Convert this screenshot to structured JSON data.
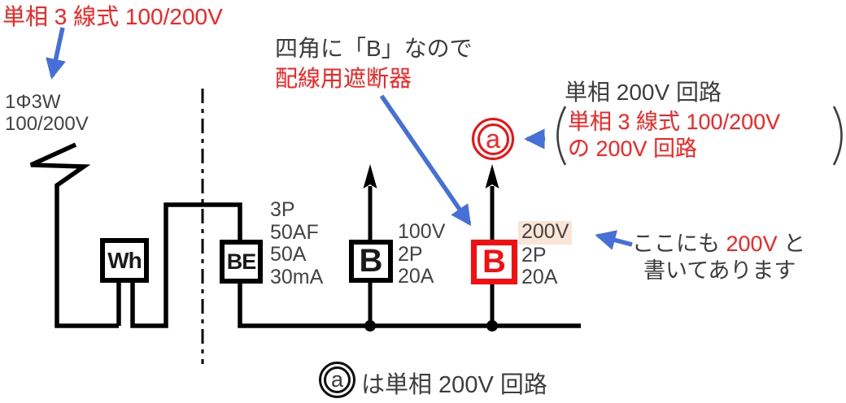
{
  "colors": {
    "red_text": "#ff2020",
    "red_shape": "#f70d0d",
    "blue_arrow": "#4470d8",
    "dark_text": "#3d3d3d",
    "label_gray": "#434343",
    "highlight_bg": "#fbe5d6",
    "line_black": "#000000"
  },
  "annotations": {
    "supply_title": "単相 3 線式 100/200V",
    "supply_spec_line1": "1Φ3W",
    "supply_spec_line2": "100/200V",
    "breaker_note_black": "四角に「B」なので",
    "breaker_note_red": "配線用遮断器",
    "circuit_heading": "単相 200V 回路",
    "paren_open": "(",
    "paren_line1": "単相 3 線式 100/200V",
    "paren_line2": "の 200V 回路",
    "paren_close": ")",
    "here_note_pre": "ここにも ",
    "here_note_red": "200V",
    "here_note_post": " と",
    "here_note_line2": "書いてあります",
    "footer_text": "は単相 200V 回路"
  },
  "devices": {
    "watt_hour_meter_label": "Wh",
    "elb_label": "BE",
    "elb_specs": [
      "3P",
      "50AF",
      "50A",
      "30mA"
    ],
    "breaker_100v_label": "B",
    "breaker_100v_specs": [
      "100V",
      "2P",
      "20A"
    ],
    "breaker_200v_label": "B",
    "breaker_200v_voltage": "200V",
    "breaker_200v_spec1": "2P",
    "breaker_200v_spec2": "20A",
    "circle_a_letter": "a",
    "footer_circle_a_letter": "a"
  }
}
